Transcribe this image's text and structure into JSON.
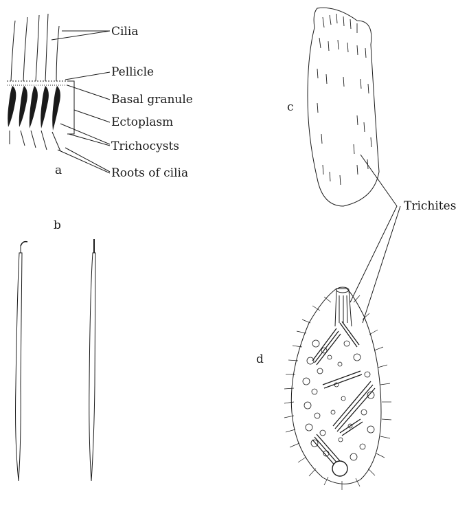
{
  "panels": {
    "a": {
      "letter": "a"
    },
    "b": {
      "letter": "b"
    },
    "c": {
      "letter": "c"
    },
    "d": {
      "letter": "d"
    }
  },
  "labels": {
    "cilia": "Cilia",
    "pellicle": "Pellicle",
    "basal_granule": "Basal granule",
    "ectoplasm": "Ectoplasm",
    "trichocysts": "Trichocysts",
    "roots_of_cilia": "Roots of cilia",
    "trichites": "Trichites"
  },
  "colors": {
    "ink": "#1a1a1a",
    "paper": "#ffffff"
  }
}
